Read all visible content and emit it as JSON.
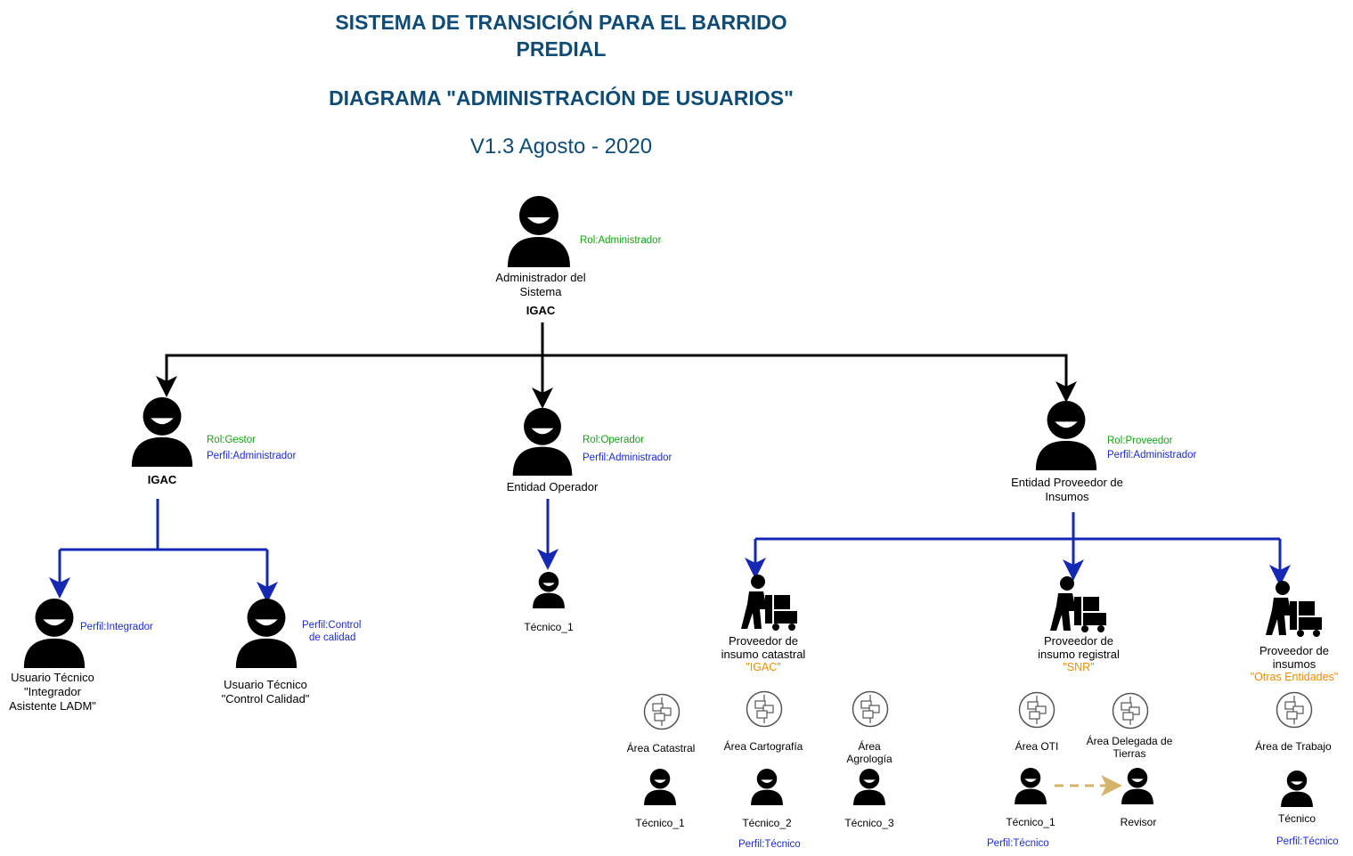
{
  "header": {
    "title_line1": "SISTEMA DE TRANSICIÓN PARA EL BARRIDO",
    "title_line2": "PREDIAL",
    "diagram_title": "DIAGRAMA \"ADMINISTRACIÓN DE USUARIOS\"",
    "version": "V1.3 Agosto - 2020"
  },
  "admin": {
    "label_line1": "Administrador del",
    "label_line2": "Sistema",
    "org": "IGAC",
    "rol": "Rol:Administrador"
  },
  "gestor": {
    "org": "IGAC",
    "rol": "Rol:Gestor",
    "perfil": "Perfil:Administrador"
  },
  "operador": {
    "label": "Entidad Operador",
    "rol": "Rol:Operador",
    "perfil": "Perfil:Administrador",
    "tecnico": "Técnico_1"
  },
  "proveedor": {
    "label_line1": "Entidad Proveedor de",
    "label_line2": "Insumos",
    "rol": "Rol:Proveedor",
    "perfil": "Perfil:Administrador"
  },
  "integrador": {
    "perfil": "Perfil:Integrador",
    "label_line1": "Usuario Técnico",
    "label_line2": "\"Integrador",
    "label_line3": "Asistente LADM\""
  },
  "calidad": {
    "perfil_line1": "Perfil:Control",
    "perfil_line2": "de calidad",
    "label_line1": "Usuario Técnico",
    "label_line2": "\"Control Calidad\""
  },
  "prov_catastral": {
    "label_line1": "Proveedor de",
    "label_line2": "insumo catastral",
    "entity": "\"IGAC\"",
    "areas": [
      "Área Catastral",
      "Área Cartografía",
      "Área",
      "Agrología"
    ],
    "tecnicos": [
      "Técnico_1",
      "Técnico_2",
      "Técnico_3"
    ],
    "perfil": "Perfil:Técnico"
  },
  "prov_registral": {
    "label_line1": "Proveedor de",
    "label_line2": "insumo registral",
    "entity": "\"SNR\"",
    "area_oti": "Área OTI",
    "area_delegada_line1": "Área Delegada de",
    "area_delegada_line2": "Tierras",
    "tecnico": "Técnico_1",
    "revisor": "Revisor",
    "perfil": "Perfil:Técnico"
  },
  "prov_otras": {
    "label_line1": "Proveedor de",
    "label_line2": "insumos",
    "entity": "\"Otras Entidades\"",
    "area": "Área de Trabajo",
    "tecnico": "Técnico",
    "perfil": "Perfil:Técnico"
  },
  "colors": {
    "title": "#0f4c75",
    "rol": "#12a212",
    "perfil": "#1a2ad8",
    "entity": "#f08c00",
    "blue_line": "#1428b4",
    "dashed_arrow": "#d4b46a"
  },
  "icons": [
    "user-icon",
    "delivery-worker-icon",
    "network-area-icon"
  ]
}
